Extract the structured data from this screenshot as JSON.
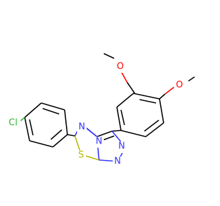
{
  "atoms": {
    "chlorine": {
      "symbol": "Cl",
      "color": "#2fb52f"
    },
    "sulfur": {
      "symbol": "S",
      "color": "#b8b800"
    },
    "nitrogen_a": {
      "symbol": "N",
      "color": "#3333ff"
    },
    "nitrogen_b": {
      "symbol": "N",
      "color": "#3333ff"
    },
    "nitrogen_c": {
      "symbol": "N",
      "color": "#3333ff"
    },
    "nitrogen_d": {
      "symbol": "N",
      "color": "#3333ff"
    },
    "oxygen_top": {
      "symbol": "O",
      "color": "#ff0000"
    },
    "oxygen_right": {
      "symbol": "O",
      "color": "#ff0000"
    }
  }
}
